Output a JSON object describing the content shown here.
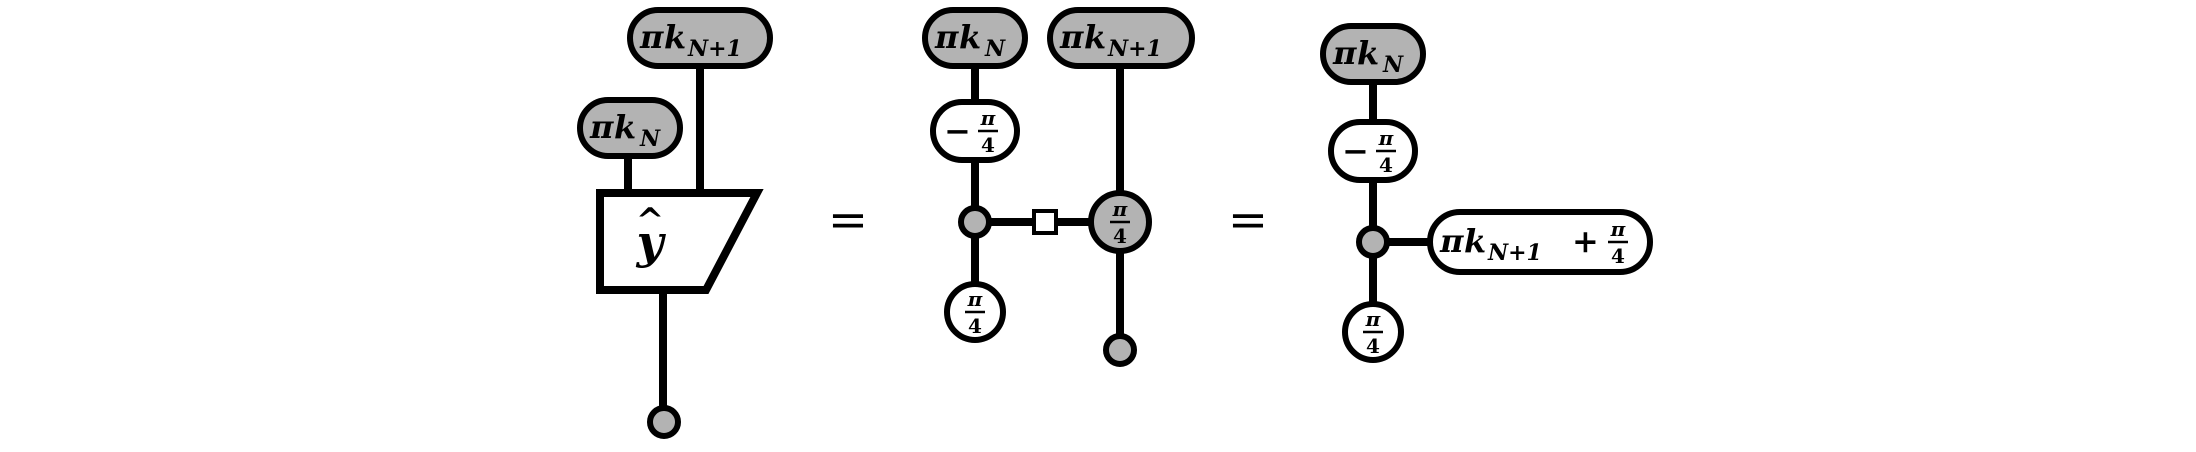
{
  "labels": {
    "pi": "π",
    "k": "k",
    "sub_n": "N",
    "sub_n1": "N+1",
    "minus": "−",
    "plus": "+",
    "frac_num": "π",
    "frac_den": "4",
    "y": "y",
    "hat": "^",
    "equals": "="
  },
  "colors": {
    "gray_node": "#b3b3b3",
    "white_node": "#ffffff",
    "stroke": "#000000"
  }
}
